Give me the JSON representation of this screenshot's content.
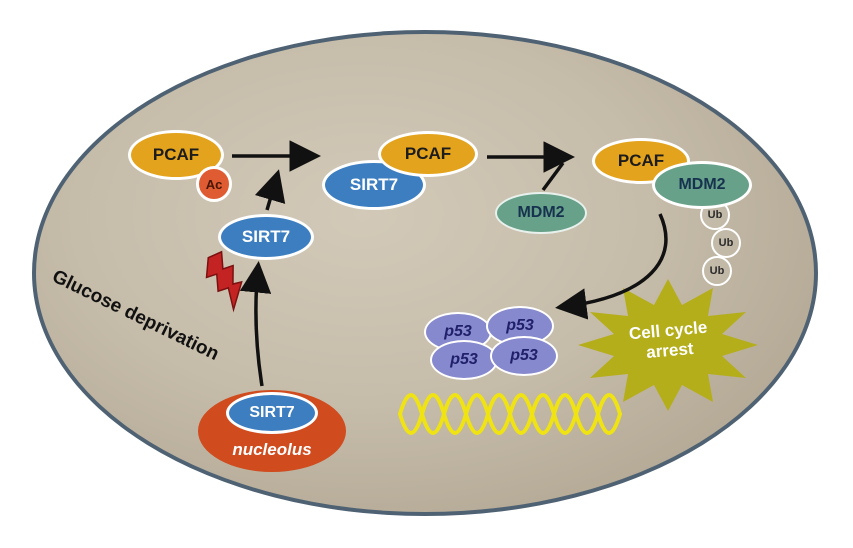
{
  "cell": {
    "stimulus": {
      "label": "Glucose deprivation"
    },
    "nucleolus": {
      "label": "nucleolus",
      "sirt7": "SIRT7"
    },
    "sirt7_released": "SIRT7",
    "pcaf_acetylated": {
      "pcaf": "PCAF",
      "ac": "Ac"
    },
    "pcaf_sirt7_complex": {
      "pcaf": "PCAF",
      "sirt7": "SIRT7"
    },
    "mdm2_free": "MDM2",
    "pcaf_mdm2_complex": {
      "pcaf": "PCAF",
      "mdm2": "MDM2",
      "ub": [
        "Ub",
        "Ub",
        "Ub"
      ]
    },
    "p53": [
      "p53",
      "p53",
      "p53",
      "p53"
    ],
    "outcome": {
      "line1": "Cell cycle",
      "line2": "arrest"
    }
  },
  "colors": {
    "cell_fill": "#c6bcaa",
    "cell_border": "#4f6273",
    "pcaf": "#e3a31c",
    "ac": "#df5b31",
    "sirt7": "#3c7ec0",
    "mdm2": "#67a189",
    "p53": "#8789ce",
    "nucleolus": "#d04b1e",
    "ub_outline": "#ffffff",
    "starburst": "#b5ae1b",
    "dna": "#f0e313",
    "lightning": "#c32322",
    "arrow": "#111111"
  }
}
